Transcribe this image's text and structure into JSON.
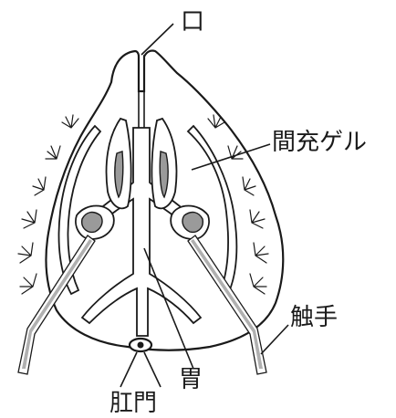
{
  "labels": {
    "mouth": "口",
    "mesoglea": "間充ゲル",
    "tentacle": "触手",
    "stomach": "胃",
    "anus": "肛門"
  }
}
